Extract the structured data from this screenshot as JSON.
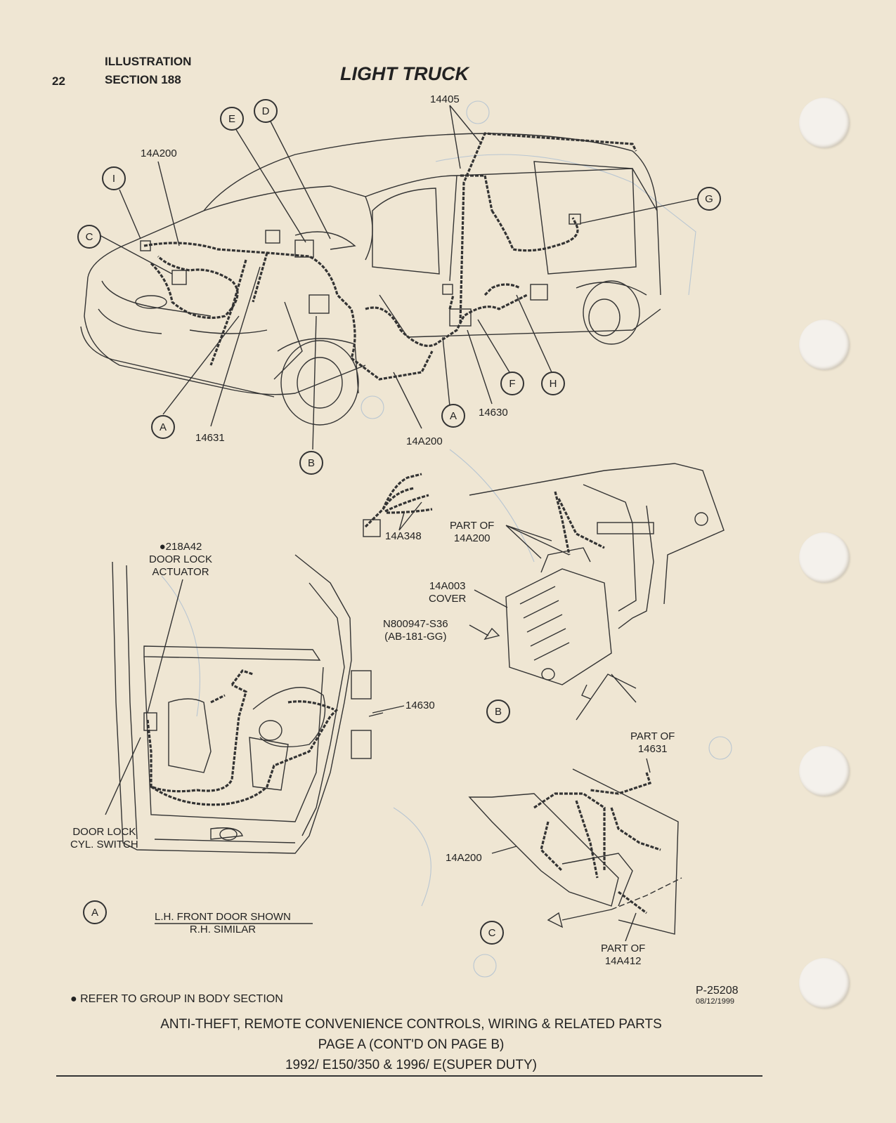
{
  "header": {
    "page_number": "22",
    "section_line1": "ILLUSTRATION",
    "section_line2": "SECTION 188",
    "title": "LIGHT TRUCK"
  },
  "vehicle": {
    "parts": {
      "p14405": "14405",
      "p14A200_top": "14A200",
      "p14A200_bottom": "14A200",
      "p14631": "14631",
      "p14630": "14630"
    },
    "callouts": [
      "I",
      "C",
      "E",
      "D",
      "G",
      "A",
      "A",
      "B",
      "F",
      "H"
    ]
  },
  "detail_b": {
    "part_14A348": "14A348",
    "part_of_line1": "PART OF",
    "part_of_line2": "14A200",
    "cover_line1": "14A003",
    "cover_line2": "COVER",
    "screw_line1": "N800947-S36",
    "screw_line2": "(AB-181-GG)",
    "callout": "B"
  },
  "detail_a": {
    "actuator_line1": "●218A42",
    "actuator_line2": "DOOR LOCK",
    "actuator_line3": "ACTUATOR",
    "part_14630": "14630",
    "switch_line1": "DOOR LOCK",
    "switch_line2": "CYL.  SWITCH",
    "shown_line1": "L.H. FRONT DOOR SHOWN",
    "shown_line2": "R.H. SIMILAR",
    "callout": "A"
  },
  "detail_c": {
    "part_of_14631_line1": "PART OF",
    "part_of_14631_line2": "14631",
    "part_14A200": "14A200",
    "part_of_14A412_line1": "PART OF",
    "part_of_14A412_line2": "14A412",
    "callout": "C"
  },
  "footer": {
    "note": "● REFER TO GROUP IN BODY SECTION",
    "ref_code": "P-25208",
    "ref_date": "08/12/1999",
    "caption_line1": "ANTI-THEFT, REMOTE CONVENIENCE CONTROLS, WIRING & RELATED PARTS",
    "caption_line2": "PAGE A (CONT'D ON PAGE B)",
    "caption_line3": "1992/ E150/350 & 1996/ E(SUPER DUTY)"
  }
}
